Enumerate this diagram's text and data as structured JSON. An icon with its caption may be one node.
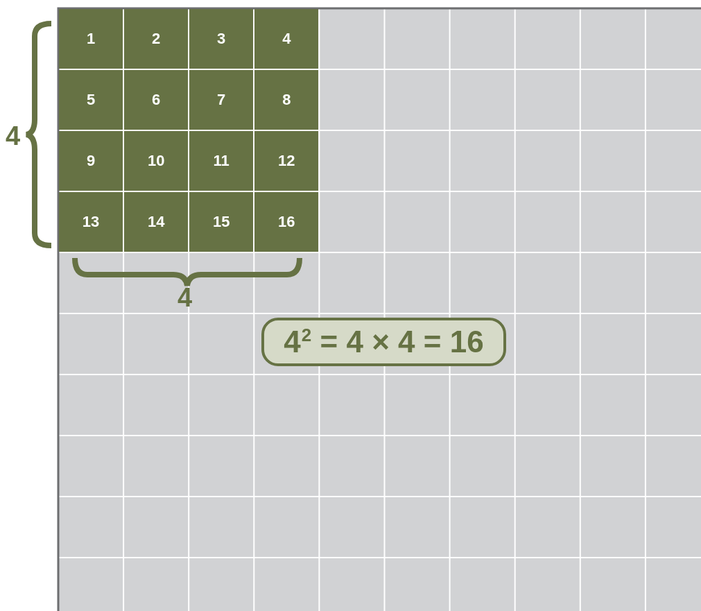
{
  "diagram": {
    "nodes": [
      {
        "text": [
          "1"
        ]
      },
      {
        "text": [
          "2"
        ]
      },
      {
        "text": [
          "3"
        ]
      },
      {
        "text": [
          "4"
        ]
      },
      {
        "text": [
          "5"
        ]
      },
      {
        "text": [
          "6"
        ]
      },
      {
        "text": [
          "7"
        ]
      },
      {
        "text": [
          "8"
        ]
      },
      {
        "text": [
          "9"
        ]
      },
      {
        "text": [
          "10"
        ]
      },
      {
        "text": [
          "11"
        ]
      },
      {
        "text": [
          "12"
        ]
      },
      {
        "text": [
          "13"
        ]
      },
      {
        "text": [
          "14"
        ]
      },
      {
        "text": [
          "15"
        ]
      },
      {
        "text": [
          "16"
        ]
      },
      {
        "text": [
          "4$^{2}$ = 4 × 4 = 16"
        ]
      }
    ],
    "labels": [
      "4",
      "4"
    ]
  }
}
